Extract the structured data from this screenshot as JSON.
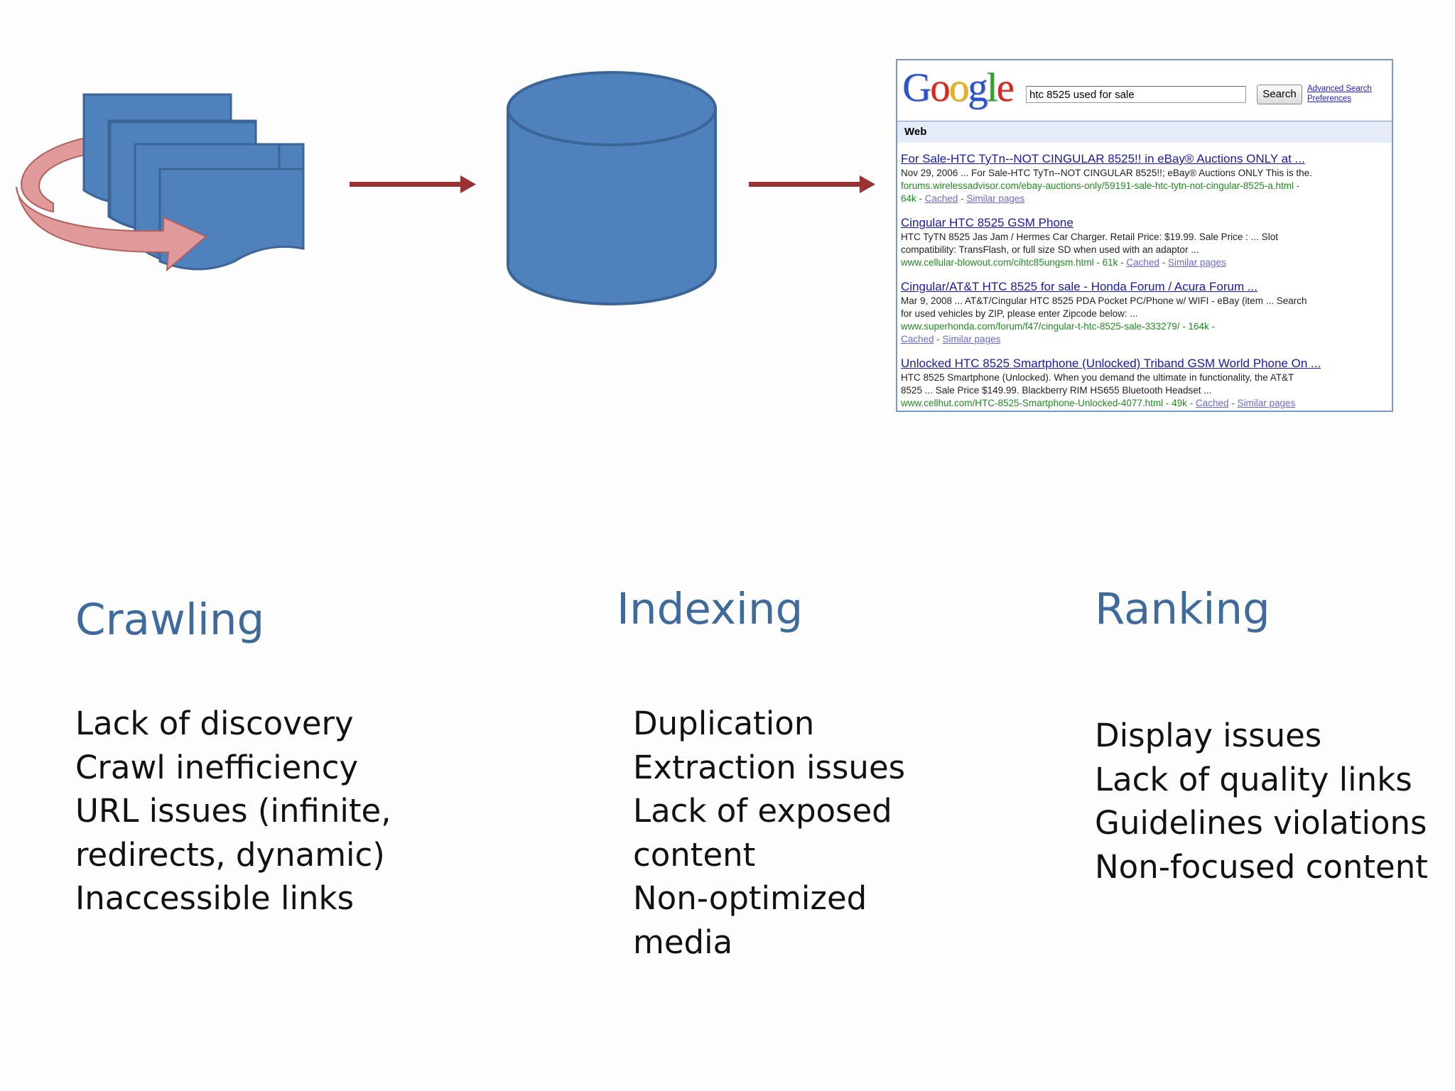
{
  "colors": {
    "shape_fill": "#4f81bd",
    "shape_stroke": "#3a6596",
    "arrow": "#993333",
    "loop_arrow": "#e09a9a",
    "heading": "#3f6b9c"
  },
  "icons": [
    "crawl-pages-icon",
    "database-icon",
    "arrow-right-icon"
  ],
  "serp": {
    "logo": "Google",
    "query": "htc 8525 used for sale",
    "search_button": "Search",
    "advanced_search": "Advanced Search",
    "preferences": "Preferences",
    "web_label": "Web",
    "results": [
      {
        "title": "For Sale-HTC TyTn--NOT CINGULAR 8525!! in eBay® Auctions ONLY at ...",
        "snippet": [
          "Nov 29, 2006 ... For Sale-HTC TyTn--NOT CINGULAR 8525!!; eBay® Auctions ONLY This is the."
        ],
        "url": "forums.wirelessadvisor.com/ebay-auctions-only/59191-sale-htc-tytn-not-cingular-8525-a.html -",
        "url2": "64k -",
        "cached": "Cached",
        "similar": "Similar pages"
      },
      {
        "title": "Cingular HTC 8525 GSM Phone",
        "snippet": [
          "HTC TyTN 8525 Jas Jam / Hermes Car Charger. Retail Price: $19.99. Sale Price : ... Slot",
          "compatibility: TransFlash, or full size SD when used with an adaptor ..."
        ],
        "url": "www.cellular-blowout.com/cihtc85ungsm.html - 61k -",
        "url2": "",
        "cached": "Cached",
        "similar": "Similar pages"
      },
      {
        "title": "Cingular/AT&T HTC 8525 for sale - Honda Forum / Acura Forum ...",
        "snippet": [
          "Mar 9, 2008 ... AT&T/Cingular HTC 8525 PDA Pocket PC/Phone w/ WIFI - eBay (item ... Search",
          "for used vehicles by ZIP, please enter Zipcode below: ..."
        ],
        "url": "www.superhonda.com/forum/f47/cingular-t-htc-8525-sale-333279/ - 164k -",
        "url2": "",
        "cached": "Cached",
        "similar": "Similar pages"
      },
      {
        "title": "Unlocked HTC 8525 Smartphone (Unlocked) Triband GSM World Phone On ...",
        "snippet": [
          "HTC 8525 Smartphone (Unlocked). When you demand the ultimate in functionality, the AT&T",
          "8525 ... Sale Price $149.99. Blackberry RIM HS655 Bluetooth Headset ..."
        ],
        "url": "www.cellhut.com/HTC-8525-Smartphone-Unlocked-4077.html - 49k -",
        "url2": "",
        "cached": "Cached",
        "similar": "Similar pages"
      }
    ]
  },
  "sections": {
    "crawling": {
      "title": "Crawling",
      "items": [
        "Lack of discovery",
        "Crawl inefficiency",
        "URL issues (infinite,",
        "redirects, dynamic)",
        "Inaccessible links"
      ]
    },
    "indexing": {
      "title": "Indexing",
      "items": [
        "Duplication",
        "Extraction issues",
        "Lack of exposed",
        "content",
        "Non-optimized",
        "media"
      ]
    },
    "ranking": {
      "title": "Ranking",
      "items": [
        "Display issues",
        "Lack of quality links",
        "Guidelines violations",
        "Non-focused content"
      ]
    }
  }
}
